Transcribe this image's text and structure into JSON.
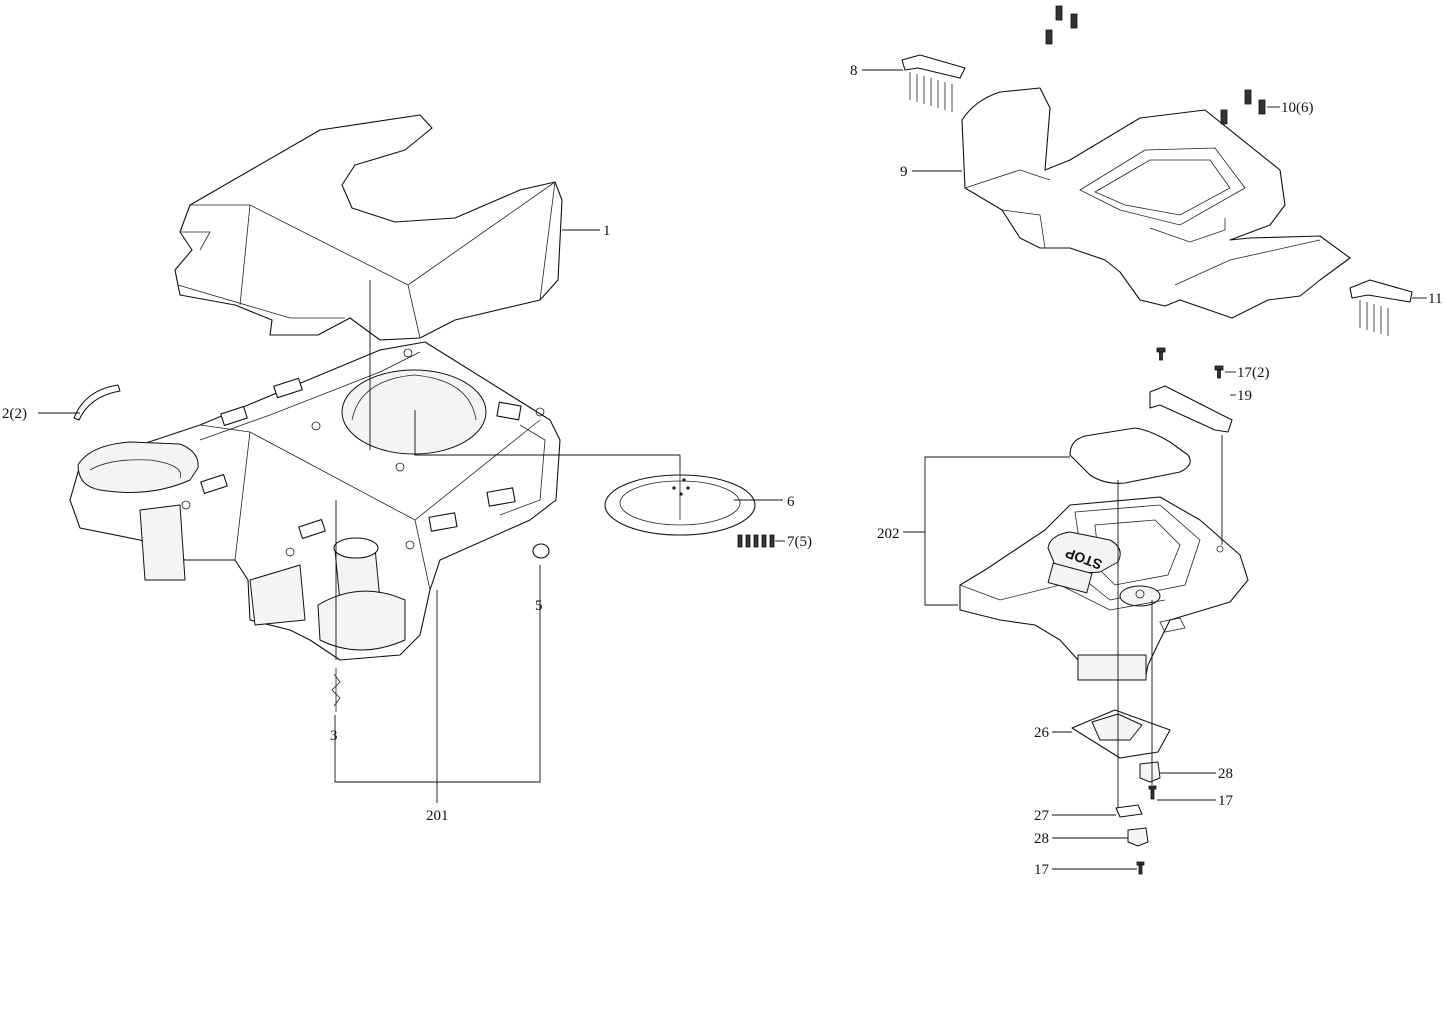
{
  "callouts": {
    "c1": "1",
    "c2": "2(2)",
    "c3": "3",
    "c5": "5",
    "c6": "6",
    "c7": "7(5)",
    "c201": "201",
    "c8": "8",
    "c9": "9",
    "c10": "10(6)",
    "c11": "11",
    "c17a": "17(2)",
    "c19": "19",
    "c202": "202",
    "c26": "26",
    "c28a": "28",
    "c17b": "17",
    "c27": "27",
    "c28b": "28",
    "c17c": "17"
  },
  "button": {
    "stop_label": "STOP"
  },
  "colors": {
    "line": "#111111",
    "background": "#ffffff"
  }
}
